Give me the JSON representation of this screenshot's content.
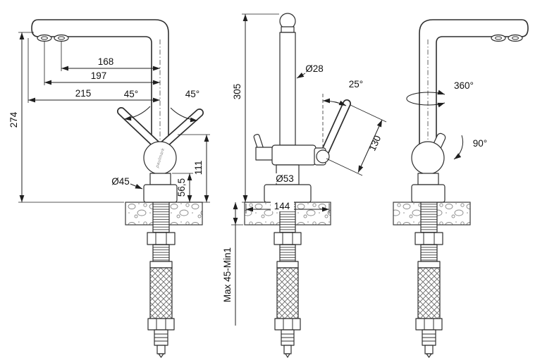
{
  "colors": {
    "line": "#2e2e2e",
    "dimension": "#1f1f1f",
    "brand_text": "#8a8a8a",
    "background": "#ffffff"
  },
  "drawing": {
    "brand": "paulmark",
    "left": {
      "dim_274": "274",
      "dim_168": "168",
      "dim_197": "197",
      "dim_215": "215",
      "angle_left": "45°",
      "angle_right": "45°",
      "dia_45": "Ø45",
      "dim_56_5": "56,5",
      "dim_111": "111"
    },
    "front": {
      "dim_305": "305",
      "dia_28": "Ø28",
      "angle_25": "25°",
      "dim_130": "130",
      "dia_53": "Ø53",
      "dim_144": "144",
      "mount_thickness": "Max 45-Min1"
    },
    "right": {
      "angle_360": "360°",
      "angle_90": "90°"
    }
  }
}
